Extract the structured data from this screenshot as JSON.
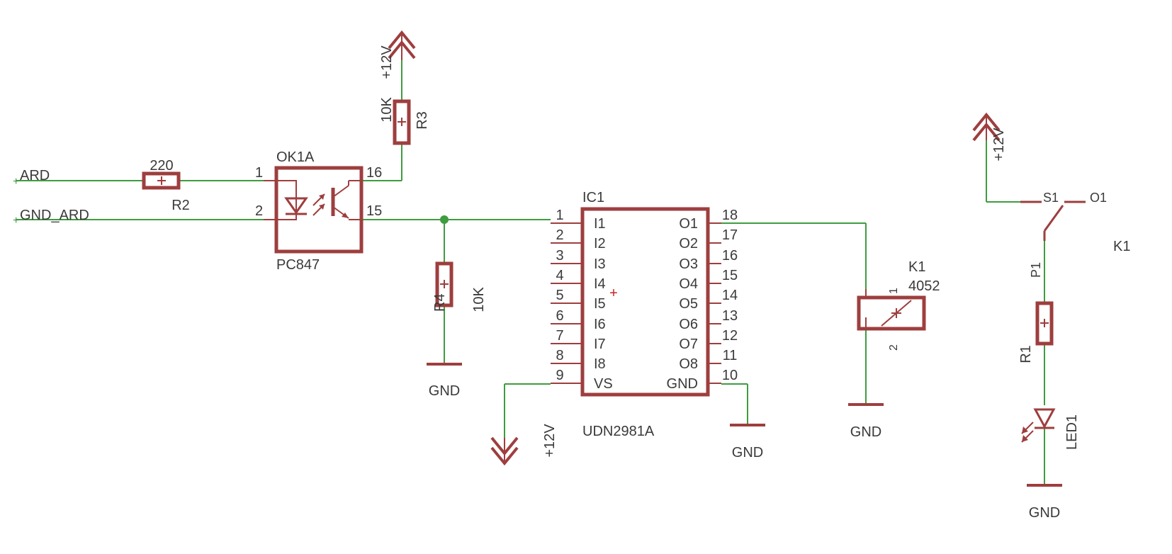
{
  "colors": {
    "wire": "#3f9c3f",
    "component": "#9e3e3e",
    "text": "#3a3a3a"
  },
  "nets": {
    "ard": "ARD",
    "gnd_ard": "GND_ARD",
    "supply": "+12V",
    "ground": "GND"
  },
  "r2": {
    "name": "R2",
    "value": "220"
  },
  "r3": {
    "name": "R3",
    "value": "10K"
  },
  "r4": {
    "name": "R4",
    "value": "10K"
  },
  "r1": {
    "name": "R1"
  },
  "ok1": {
    "name": "OK1A",
    "part": "PC847",
    "pins": {
      "p1": "1",
      "p2": "2",
      "p16": "16",
      "p15": "15"
    }
  },
  "ic1": {
    "name": "IC1",
    "part": "UDN2981A",
    "left_pins": [
      {
        "num": "1",
        "label": "I1"
      },
      {
        "num": "2",
        "label": "I2"
      },
      {
        "num": "3",
        "label": "I3"
      },
      {
        "num": "4",
        "label": "I4"
      },
      {
        "num": "5",
        "label": "I5"
      },
      {
        "num": "6",
        "label": "I6"
      },
      {
        "num": "7",
        "label": "I7"
      },
      {
        "num": "8",
        "label": "I8"
      },
      {
        "num": "9",
        "label": "VS"
      }
    ],
    "right_pins": [
      {
        "num": "18",
        "label": "O1"
      },
      {
        "num": "17",
        "label": "O2"
      },
      {
        "num": "16",
        "label": "O3"
      },
      {
        "num": "15",
        "label": "O4"
      },
      {
        "num": "14",
        "label": "O5"
      },
      {
        "num": "13",
        "label": "O6"
      },
      {
        "num": "12",
        "label": "O7"
      },
      {
        "num": "11",
        "label": "O8"
      },
      {
        "num": "10",
        "label": "GND"
      }
    ]
  },
  "k1_coil": {
    "name": "K1",
    "value": "4052",
    "pin1": "1",
    "pin2": "2"
  },
  "k1_switch": {
    "name": "K1",
    "s": "S1",
    "o": "O1",
    "p": "P1"
  },
  "led1": {
    "name": "LED1"
  }
}
